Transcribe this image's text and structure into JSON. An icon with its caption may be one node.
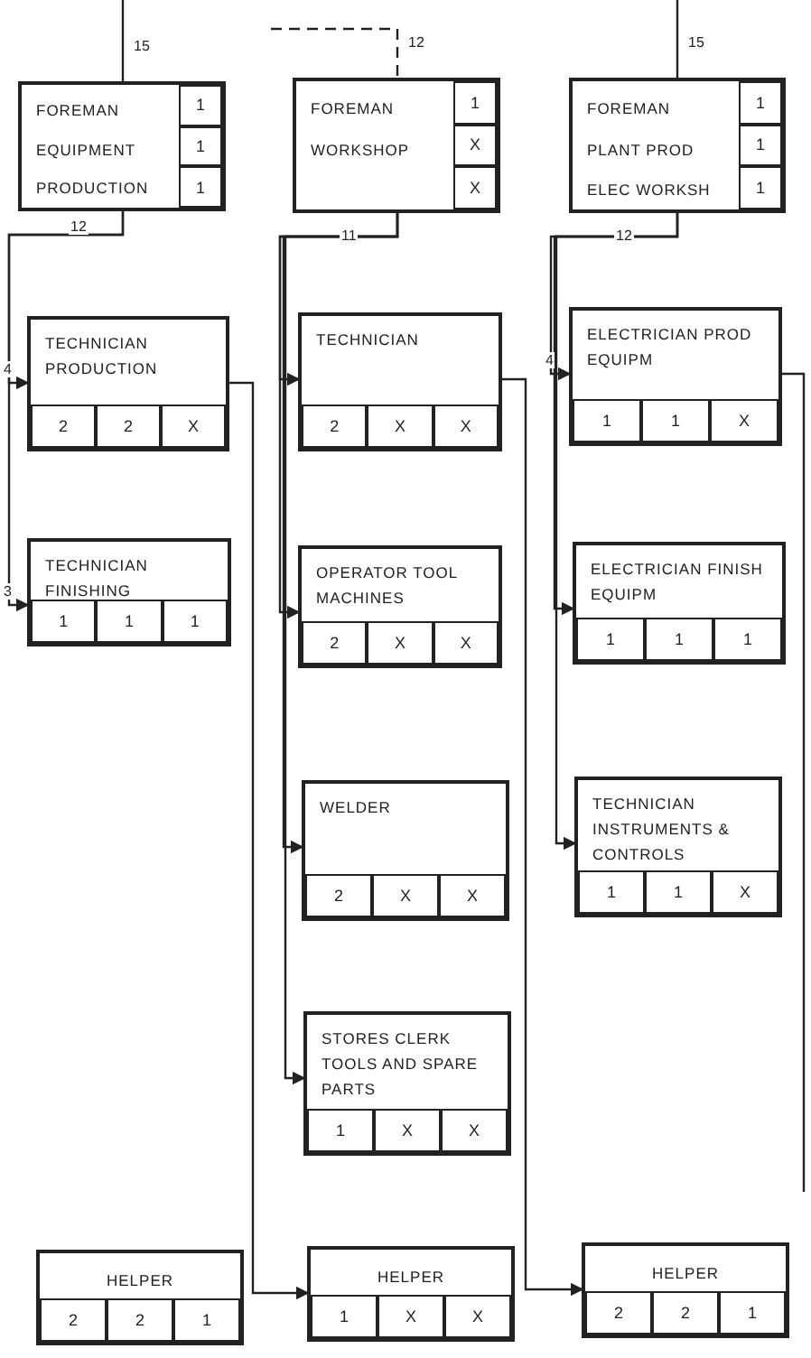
{
  "diagram": {
    "nodes": [
      {
        "text": [
          "FOREMAN EQUIPMENT PRODUCTION",
          "1",
          "1",
          "1"
        ]
      },
      {
        "text": [
          "FOREMAN WORKSHOP",
          "1",
          "X",
          "X"
        ]
      },
      {
        "text": [
          "FOREMAN PLANT PROD ELEC WORKSH",
          "1",
          "1",
          "1"
        ]
      },
      {
        "text": [
          "TECHNICIAN PRODUCTION",
          "2",
          "2",
          "X"
        ]
      },
      {
        "text": [
          "TECHNICIAN",
          "2",
          "X",
          "X"
        ]
      },
      {
        "text": [
          "ELECTRICIAN PROD EQUIPM",
          "1",
          "1",
          "X"
        ]
      },
      {
        "text": [
          "TECHNICIAN FINISHING",
          "1",
          "1",
          "1"
        ]
      },
      {
        "text": [
          "OPERATOR TOOL MACHINES",
          "2",
          "X",
          "X"
        ]
      },
      {
        "text": [
          "ELECTRICIAN FINISH EQUIPM",
          "1",
          "1",
          "1"
        ]
      },
      {
        "text": [
          "WELDER",
          "2",
          "X",
          "X"
        ]
      },
      {
        "text": [
          "TECHNICIAN INSTRUMENTS & CONTROLS",
          "1",
          "1",
          "X"
        ]
      },
      {
        "text": [
          "STORES CLERK TOOLS AND SPARE PARTS",
          "1",
          "X",
          "X"
        ]
      },
      {
        "text": [
          "HELPER",
          "2",
          "2",
          "1"
        ]
      },
      {
        "text": [
          "HELPER",
          "1",
          "X",
          "X"
        ]
      },
      {
        "text": [
          "HELPER",
          "2",
          "2",
          "1"
        ]
      }
    ],
    "edges": [
      {
        "from": null,
        "to": 0,
        "arrow": "none",
        "label": "15"
      },
      {
        "from": null,
        "to": 1,
        "arrow": "none",
        "label": "12",
        "style": "dashed"
      },
      {
        "from": null,
        "to": 2,
        "arrow": "none",
        "label": "15"
      },
      {
        "from": 0,
        "to": 3,
        "arrow": "to",
        "label": "4"
      },
      {
        "from": 0,
        "to": 6,
        "arrow": "to",
        "label": "3"
      },
      {
        "from": 1,
        "to": 4,
        "arrow": "to"
      },
      {
        "from": 1,
        "to": 7,
        "arrow": "to"
      },
      {
        "from": 1,
        "to": 9,
        "arrow": "to"
      },
      {
        "from": 1,
        "to": 11,
        "arrow": "to"
      },
      {
        "from": 2,
        "to": 5,
        "arrow": "to",
        "label": "4"
      },
      {
        "from": 2,
        "to": 8,
        "arrow": "to"
      },
      {
        "from": 2,
        "to": 10,
        "arrow": "to"
      },
      {
        "from": 3,
        "to": 13,
        "arrow": "to"
      },
      {
        "from": 4,
        "to": 14,
        "arrow": "to"
      },
      {
        "from": 5,
        "to": null,
        "arrow": "none"
      }
    ],
    "labels": [
      "12",
      "11",
      "12"
    ]
  }
}
